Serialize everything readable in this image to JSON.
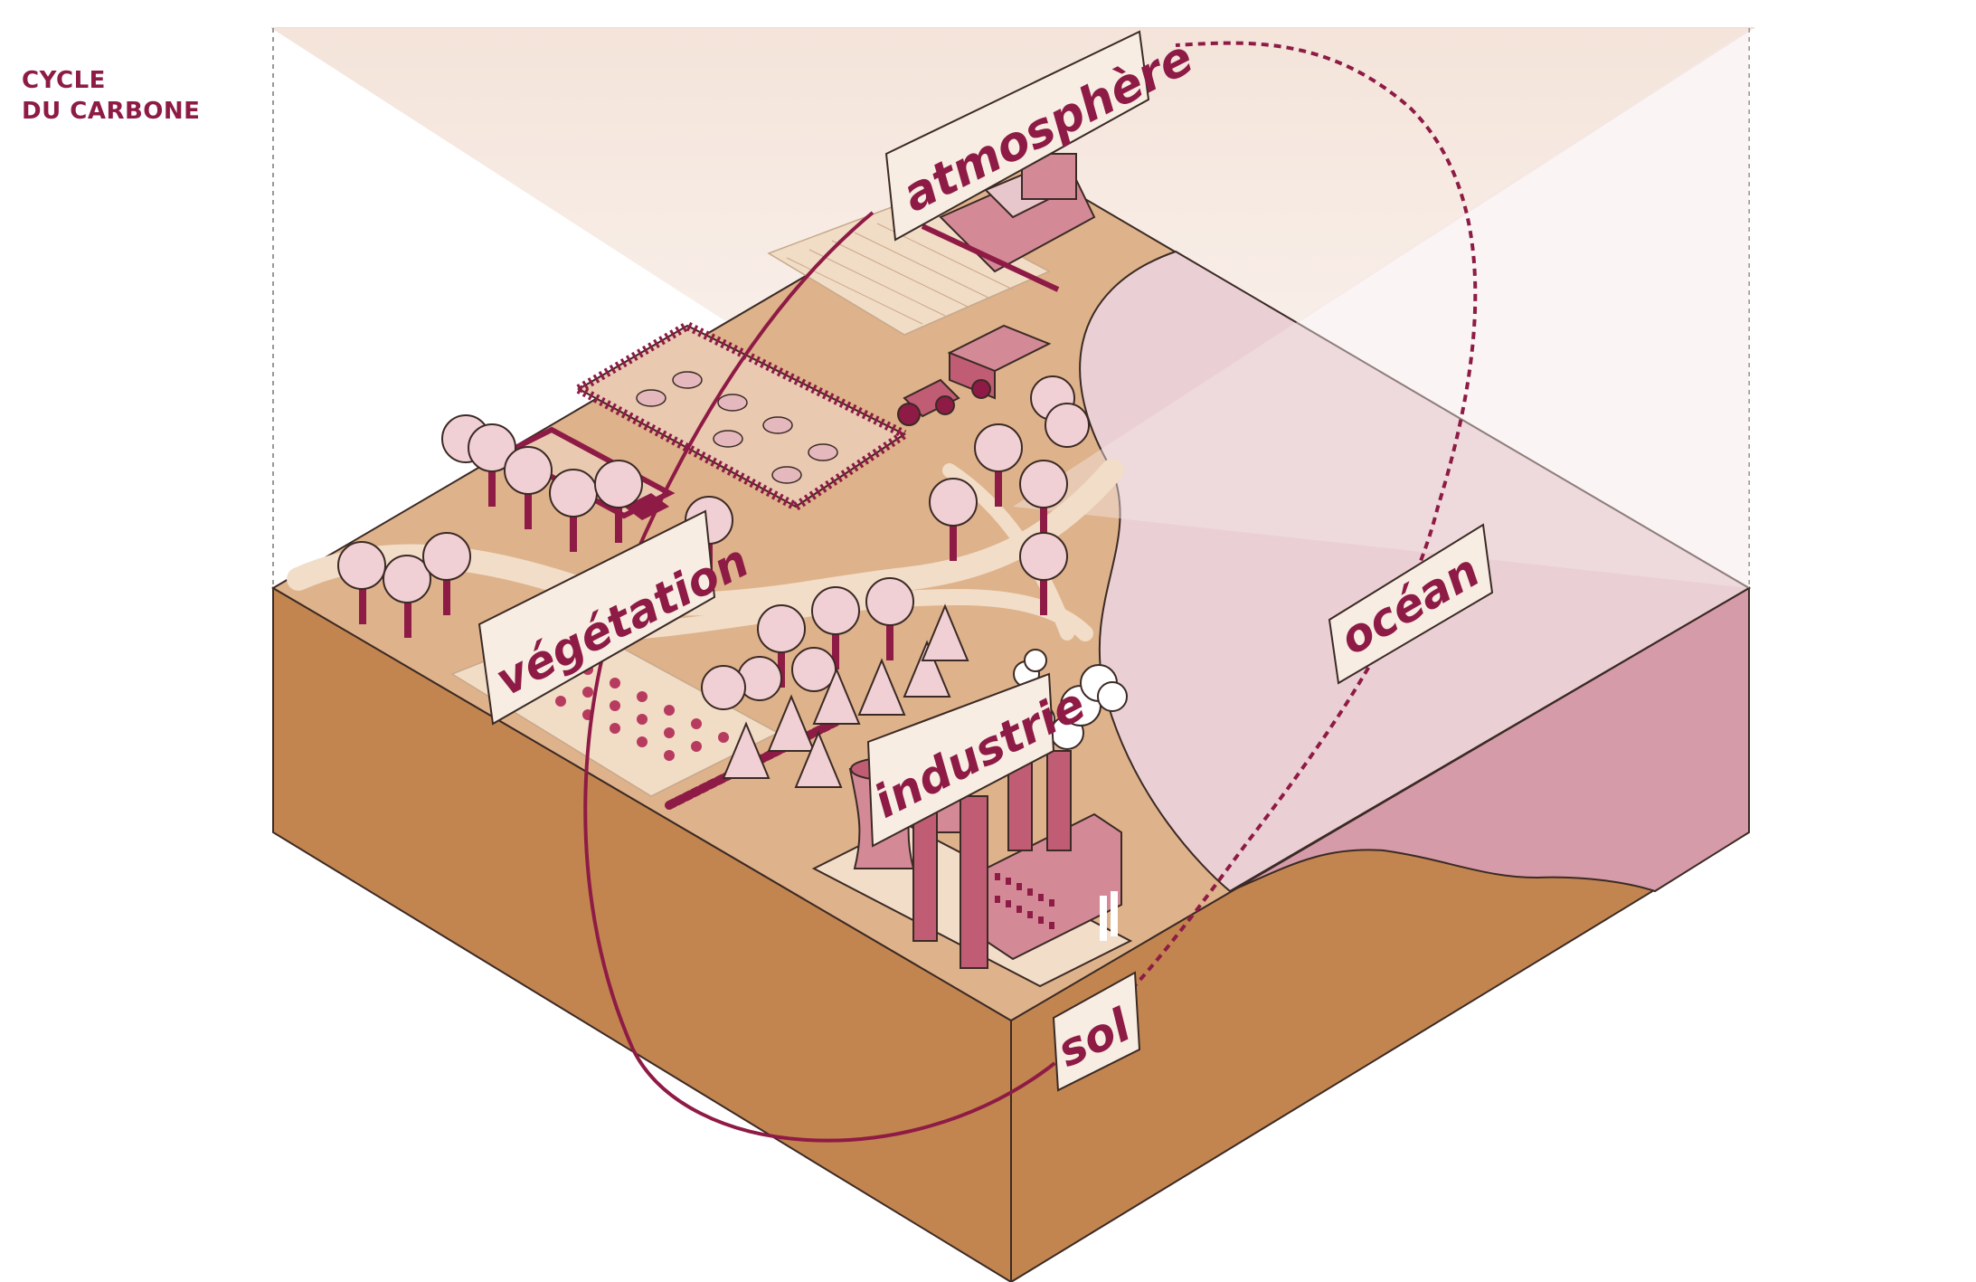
{
  "title": {
    "line1": "CYCLE",
    "line2": "DU CARBONE"
  },
  "labels": {
    "atmosphere": "atmosphère",
    "vegetation": "végétation",
    "industrie": "industrie",
    "ocean": "océan",
    "sol": "sol"
  },
  "colors": {
    "accent": "#8e1b45",
    "soil": "#c2854f",
    "ground": "#deb28a",
    "ocean": "#ead0d4",
    "ocean_deep": "#d59ba8",
    "sky": "#f8efe9",
    "sign": "#f7ede3"
  },
  "icons": [
    "tree-icon",
    "fir-tree-icon",
    "pig-icon",
    "tractor-icon",
    "combine-harvester-icon",
    "factory-icon",
    "cooling-tower-icon",
    "chimney-icon",
    "smoke-icon"
  ]
}
